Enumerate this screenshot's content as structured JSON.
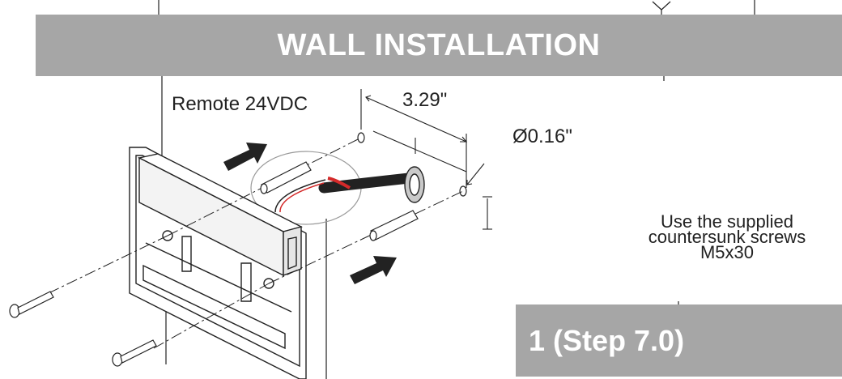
{
  "title": "WALL INSTALLATION",
  "labels": {
    "remote": "Remote 24VDC",
    "hole_spacing": "3.29\"",
    "hole_diameter": "Ø0.16\""
  },
  "note": {
    "line1": "Use the supplied",
    "line2": "countersunk screws",
    "line3": "M5x30"
  },
  "step": "1 (Step 7.0)",
  "colors": {
    "banner": "#a6a6a6",
    "banner_text": "#ffffff",
    "line": "#222222",
    "wire_red": "#d42a2a"
  },
  "icons": [
    "push-arrow-icon",
    "screw-icon",
    "wall-anchor-icon",
    "grommet-icon",
    "cable-icon"
  ]
}
